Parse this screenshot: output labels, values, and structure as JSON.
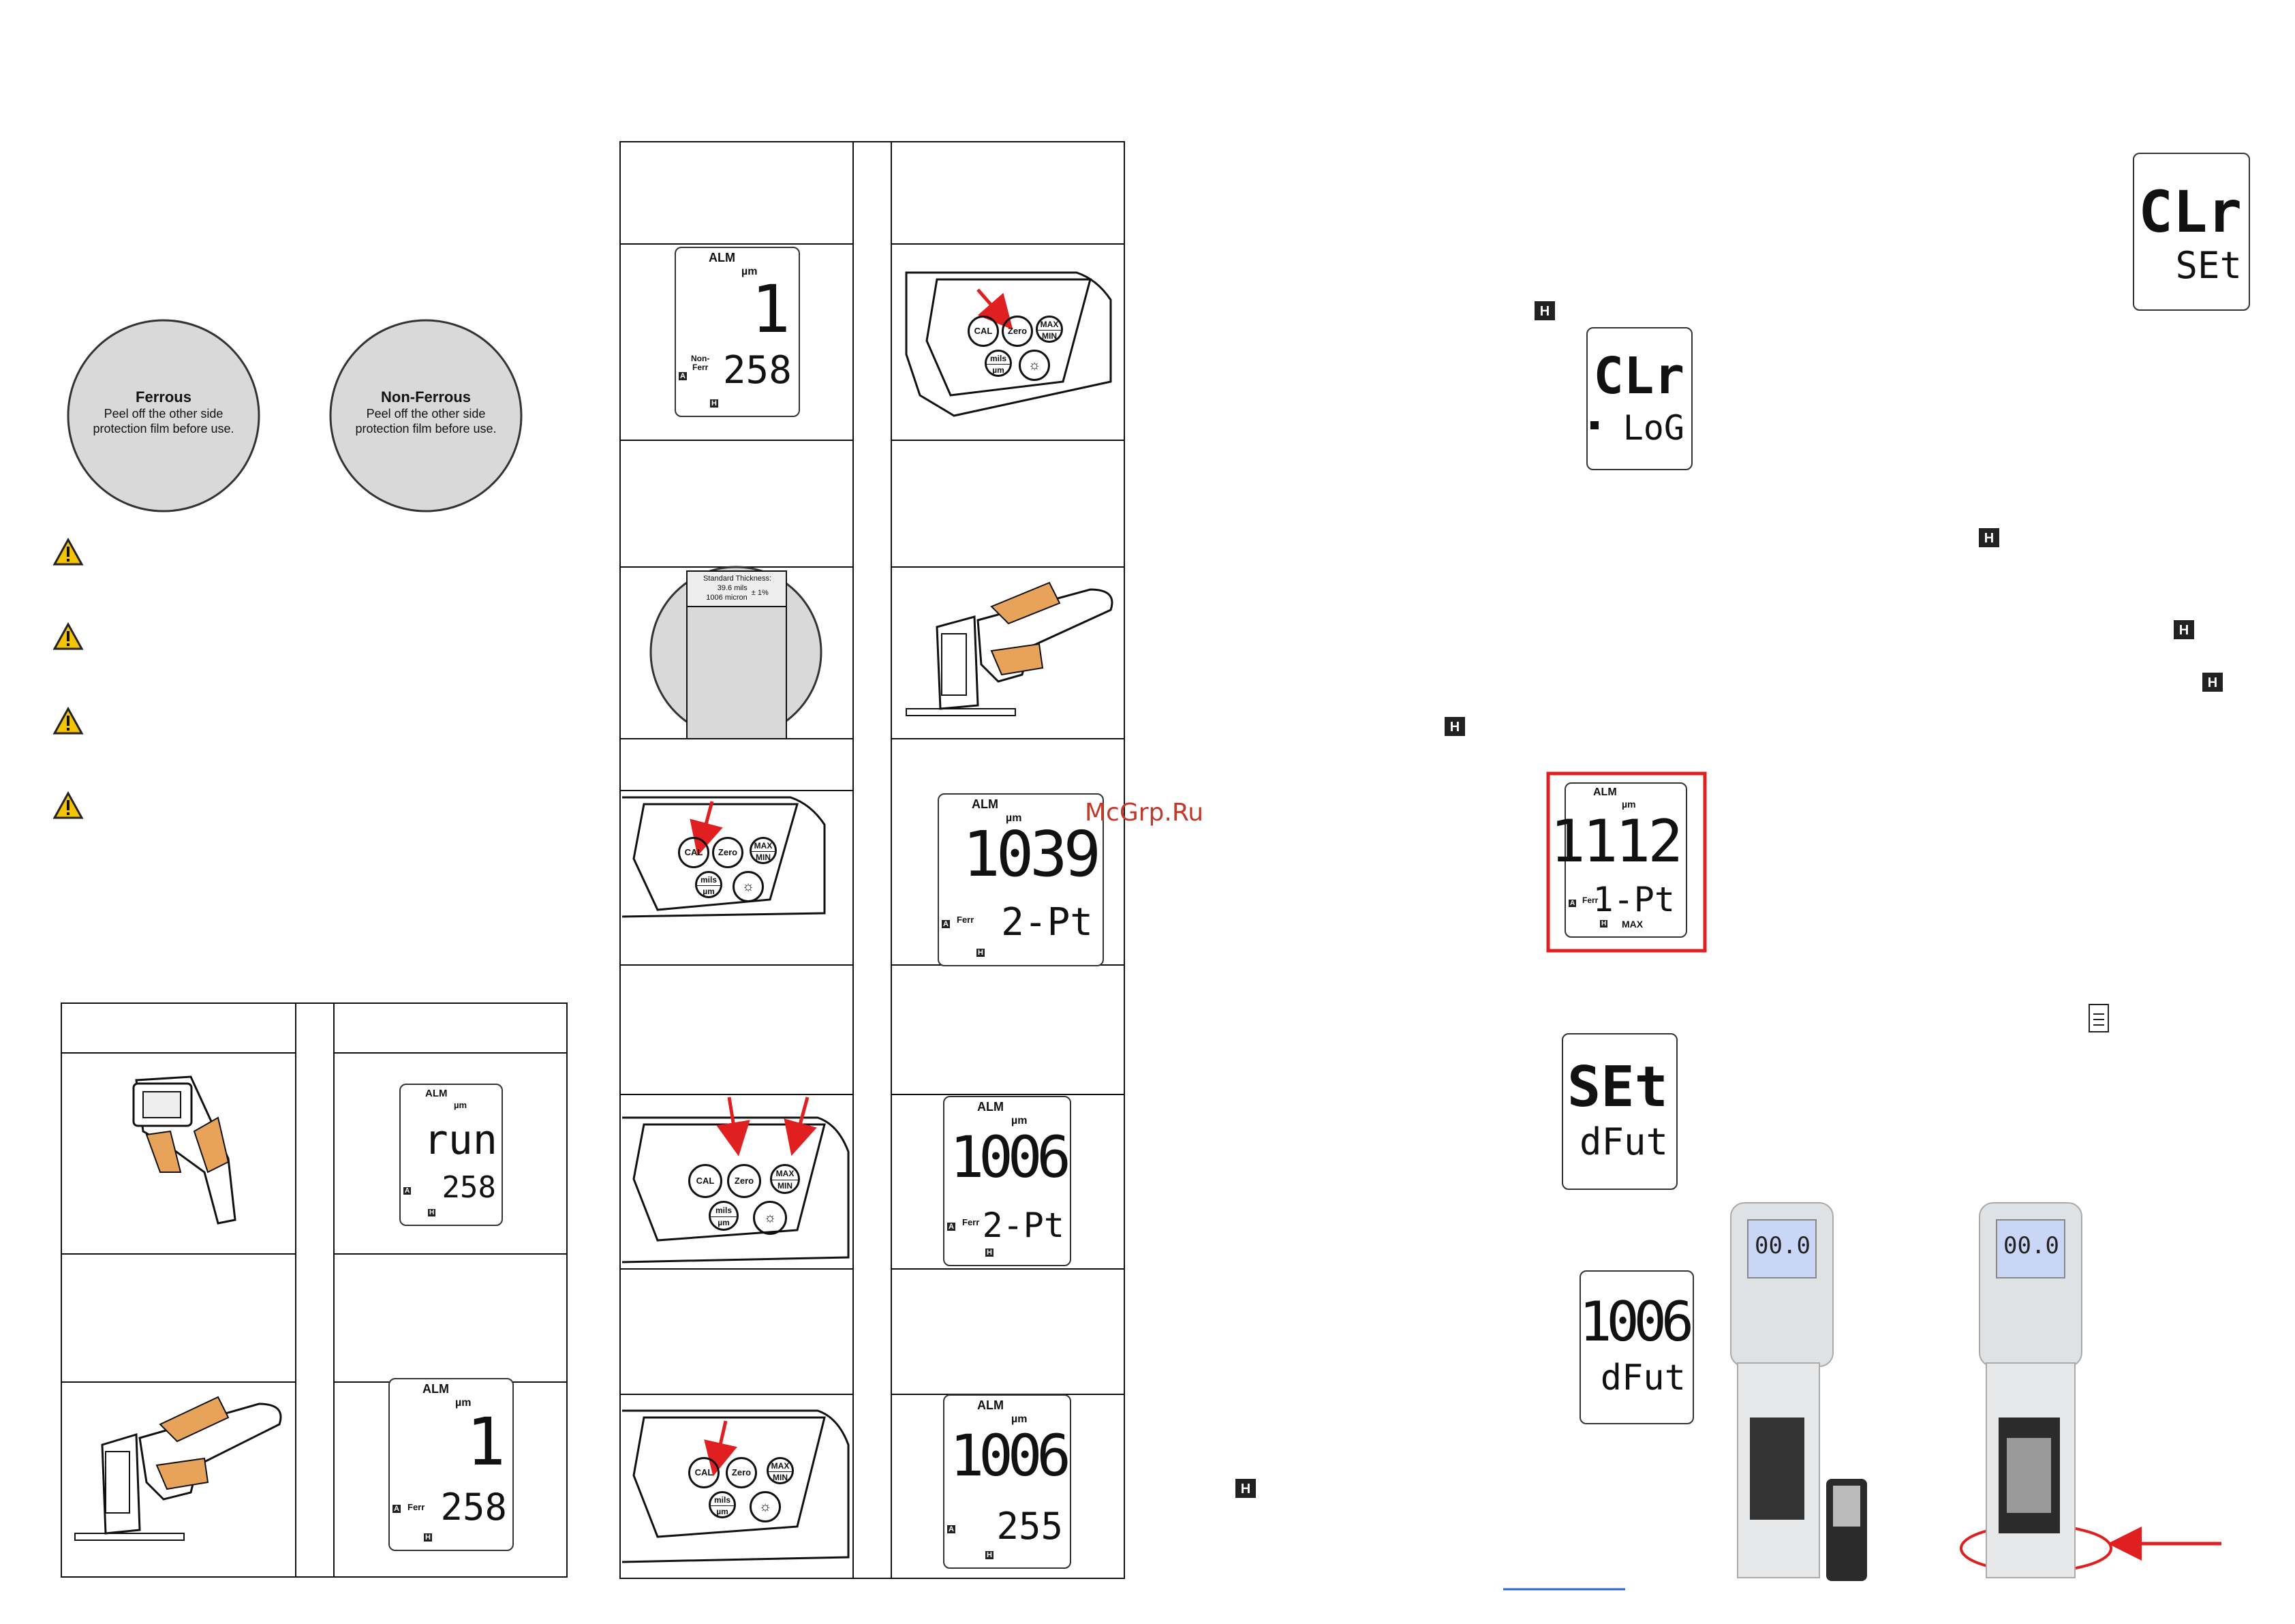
{
  "discs": [
    {
      "title": "Ferrous",
      "line1": "Peel off the other side",
      "line2": "protection film before use."
    },
    {
      "title": "Non-Ferrous",
      "line1": "Peel off the other side",
      "line2": "protection film before use."
    }
  ],
  "standard_card": {
    "line1": "Standard Thickness:",
    "mils": "39.6 mils",
    "micron": "1006 micron",
    "tolerance": "± 1%"
  },
  "keypad": {
    "cal": "CAL",
    "zero": "Zero",
    "max": "MAX",
    "min": "MIN",
    "mils": "mils",
    "um": "µm",
    "light": "☼"
  },
  "lcd_labels": {
    "alm": "ALM",
    "unit": "µm",
    "a": "A",
    "h": "H",
    "ferr": "Ferr",
    "nonferr_1": "Non-",
    "nonferr_2": "Ferr",
    "max": "MAX"
  },
  "lcds": {
    "p2_r1": {
      "top": "1",
      "bottom": "258"
    },
    "p2_r3": {
      "top": "1039",
      "bottom": "2-Pt"
    },
    "p2_r4": {
      "top": "1006",
      "bottom": "2-Pt"
    },
    "p2_r5": {
      "top": "1006",
      "bottom": "255"
    },
    "p1_run": {
      "top": "run",
      "bottom": "258"
    },
    "p1_ferr": {
      "top": "1",
      "bottom": "258"
    },
    "clr_set": {
      "top": "CLr",
      "bottom": "SEt"
    },
    "clr_log": {
      "top": "CLr",
      "bottom": "LoG"
    },
    "alarm": {
      "top": "1112",
      "bottom": "1-Pt"
    },
    "set_dfut": {
      "top": "SEt",
      "bottom": "dFut"
    },
    "val_dfut": {
      "top": "1006",
      "bottom": "dFut"
    }
  },
  "meter_photo": {
    "reading": "00.0"
  },
  "watermark": "McGrp.Ru",
  "colors": {
    "accent_red": "#e02020",
    "disc_gray": "#d9d9d9",
    "warning_yellow": "#f5c400",
    "skin": "#e8a35a"
  }
}
